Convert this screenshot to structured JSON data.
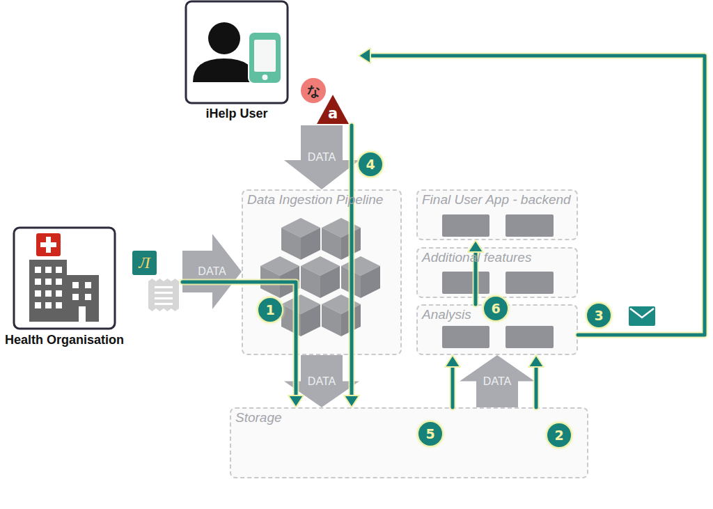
{
  "diagram": {
    "nodes": [
      {
        "text": [
          "iHelp User"
        ]
      },
      {
        "text": [
          "Health Organisation"
        ]
      },
      {
        "text": [
          "Data Ingestion Pipeline"
        ]
      },
      {
        "text": [
          "Final User App - backend"
        ]
      },
      {
        "text": [
          "Additional features"
        ]
      },
      {
        "text": [
          "Analysis"
        ]
      },
      {
        "text": [
          "Storage"
        ]
      }
    ],
    "edges": [
      {
        "from": 0,
        "to": 2,
        "label": "DATA",
        "arrow": "to"
      },
      {
        "from": 1,
        "to": 2,
        "label": "DATA",
        "arrow": "to"
      },
      {
        "from": 2,
        "to": 6,
        "label": "DATA",
        "arrow": "to"
      },
      {
        "from": 6,
        "to": 5,
        "label": "DATA",
        "arrow": "to"
      },
      {
        "from": 1,
        "to": 6,
        "label": "1",
        "arrow": "to"
      },
      {
        "from": 6,
        "to": 5,
        "label": "2",
        "arrow": "to"
      },
      {
        "from": 5,
        "to": 0,
        "label": "3",
        "arrow": "to"
      },
      {
        "from": 0,
        "to": 6,
        "label": "4",
        "arrow": "to"
      },
      {
        "from": 6,
        "to": 5,
        "label": "5",
        "arrow": "to"
      },
      {
        "from": 5,
        "to": 3,
        "label": "6",
        "arrow": "to"
      }
    ],
    "labels": [
      "Л",
      "な",
      "a"
    ]
  }
}
